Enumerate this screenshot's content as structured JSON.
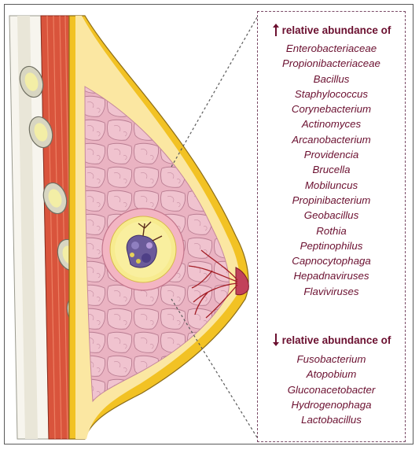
{
  "increased": {
    "heading": "relative abundance of",
    "arrow_icon": "arrow-up-icon",
    "taxa": [
      "Enterobacteriaceae",
      "Propionibacteriaceae",
      "Bacillus",
      "Staphylococcus",
      "Corynebacterium",
      "Actinomyces",
      "Arcanobacterium",
      "Providencia",
      "Brucella",
      "Mobiluncus",
      "Propinibacterium",
      "Geobacillus",
      "Rothia",
      "Peptinophilus",
      "Capnocytophaga",
      "Hepadnaviruses",
      "Flaviviruses"
    ]
  },
  "decreased": {
    "heading": "relative abundance of",
    "arrow_icon": "arrow-down-icon",
    "taxa": [
      "Fusobacterium",
      "Atopobium",
      "Gluconacetobacter",
      "Hydrogenophaga",
      "Lactobacillus"
    ]
  },
  "colors": {
    "text": "#6b1030",
    "panel_border": "#7a4a66",
    "skin": "#f2c224",
    "fat": "#fbe7a2",
    "muscle": "#d9543c",
    "rib": "#d4d4c0",
    "gland": "#e7a7b8",
    "tumor_ring": "#f3b5c3",
    "duct": "#a31d25"
  }
}
